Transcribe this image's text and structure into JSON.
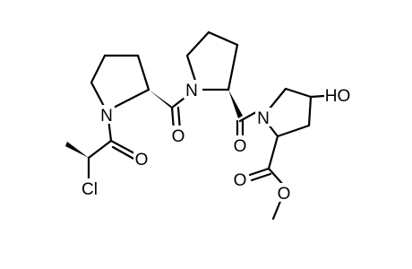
{
  "molecule": {
    "atoms": {
      "n1": "N",
      "n2": "N",
      "n3": "N",
      "o_acyl": "O",
      "o_amide1": "O",
      "o_amide2": "O",
      "o_ester_carbonyl": "O",
      "o_ester": "O",
      "o_hydroxyl": "HO",
      "cl": "Cl"
    }
  }
}
